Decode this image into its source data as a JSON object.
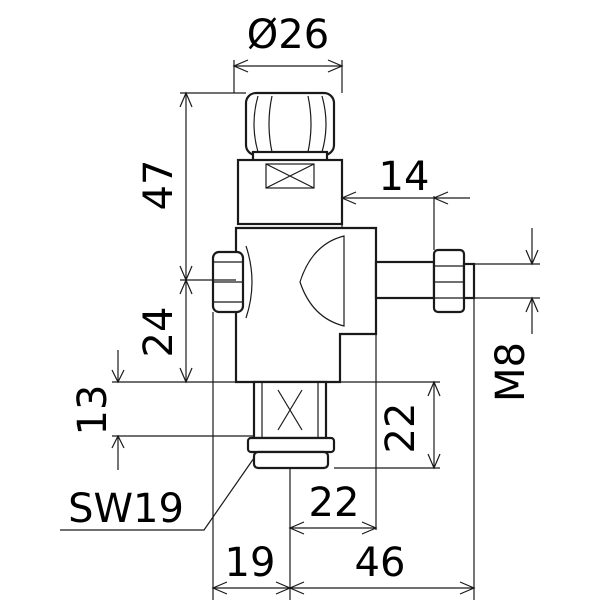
{
  "drawing": {
    "dim_diameter": "Ø26",
    "dim_height_47": "47",
    "dim_height_24": "24",
    "dim_height_13": "13",
    "dim_width_14": "14",
    "dim_thread": "M8",
    "dim_height_22": "22",
    "dim_width_22": "22",
    "dim_width_19": "19",
    "dim_width_46": "46",
    "wrench_size": "SW19"
  }
}
